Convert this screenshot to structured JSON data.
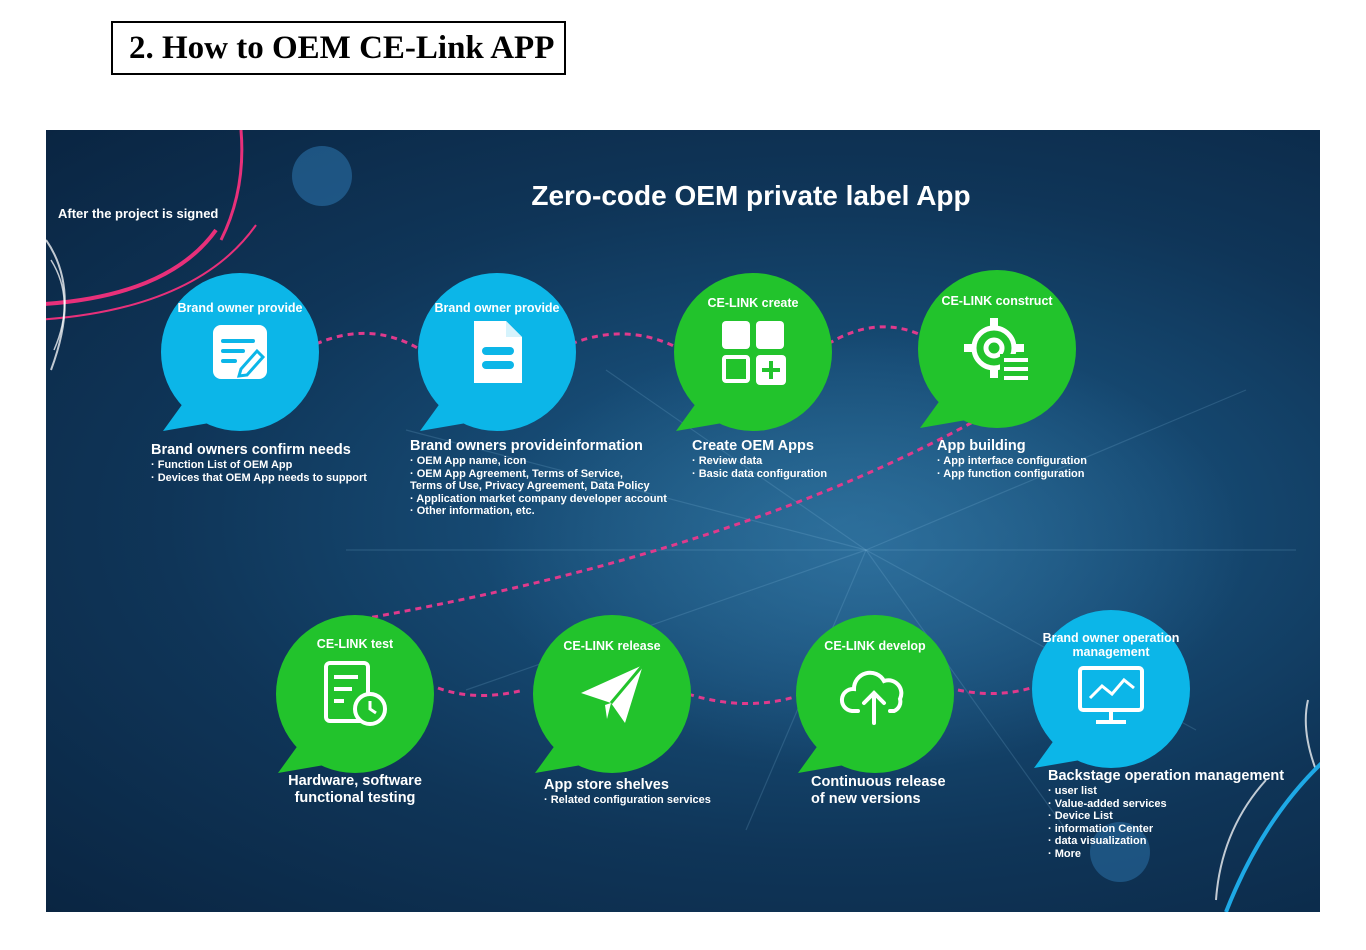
{
  "heading": "2. How to OEM CE-Link APP",
  "title": "Zero-code OEM private label App",
  "signed_note": "After the project is signed",
  "colors": {
    "blue": "#0cb6e8",
    "green": "#22c32c",
    "path": "#e03a8c",
    "bg": "#0f3558"
  },
  "steps": [
    {
      "cap": "Brand owner provide",
      "icon": "edit-document-icon",
      "title": "Brand owners confirm needs",
      "lines": [
        "· Function List of OEM App",
        "· Devices that OEM App needs to support"
      ]
    },
    {
      "cap": "Brand owner provide",
      "icon": "file-icon",
      "title": "Brand owners provideinformation",
      "lines": [
        "· OEM App name, icon",
        "· OEM App Agreement, Terms of Service,",
        "Terms of Use, Privacy Agreement, Data Policy",
        "· Application market company developer account",
        "· Other information, etc."
      ]
    },
    {
      "cap": "CE-LINK create",
      "icon": "apps-grid-add-icon",
      "title": "Create OEM Apps",
      "lines": [
        "· Review data",
        "· Basic data configuration"
      ]
    },
    {
      "cap": "CE-LINK construct",
      "icon": "gear-settings-icon",
      "title": "App building",
      "lines": [
        "· App interface configuration",
        "· App function configuration"
      ]
    },
    {
      "cap": "CE-LINK test",
      "icon": "checklist-timer-icon",
      "title": "Hardware, software",
      "title2": "functional testing",
      "lines": []
    },
    {
      "cap": "CE-LINK release",
      "icon": "paper-plane-icon",
      "title": "App store shelves",
      "lines": [
        "· Related configuration services"
      ]
    },
    {
      "cap": "CE-LINK develop",
      "icon": "cloud-upload-icon",
      "title": "Continuous release",
      "title2": "of new versions",
      "lines": []
    },
    {
      "cap": "Brand owner operation",
      "cap2": "management",
      "icon": "monitor-chart-icon",
      "title": "Backstage operation management",
      "lines": [
        "· user list",
        "· Value-added services",
        "· Device List",
        "· information Center",
        "· data visualization",
        "· More"
      ]
    }
  ]
}
